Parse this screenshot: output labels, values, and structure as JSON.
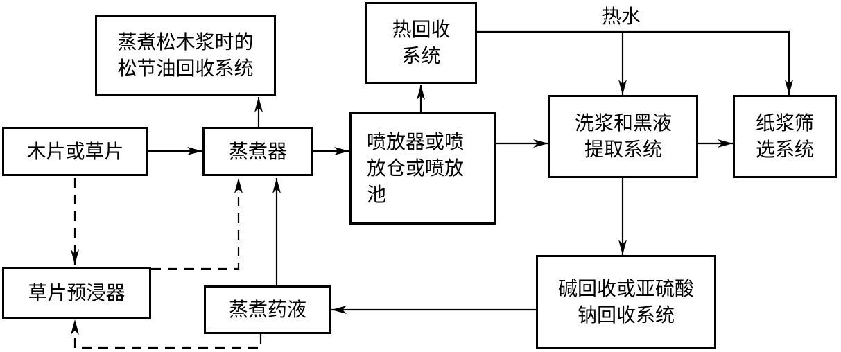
{
  "nodes": {
    "wood_chips": "木片或草片",
    "digester": "蒸煮器",
    "straw_presoak": "草片预浸器",
    "cooking_liquor": "蒸煮药液",
    "turpentine": "蒸煮松木浆时的\n松节油回收系统",
    "heat_recovery": "热回收\n系统",
    "blow_tank": "喷放器或喷\n放仓或喷放\n池",
    "washing": "洗浆和黑液\n提取系统",
    "screening": "纸浆筛\n选系统",
    "chemical_recovery": "碱回收或亚硫酸\n钠回收系统"
  },
  "labels": {
    "hot_water": "热水"
  }
}
